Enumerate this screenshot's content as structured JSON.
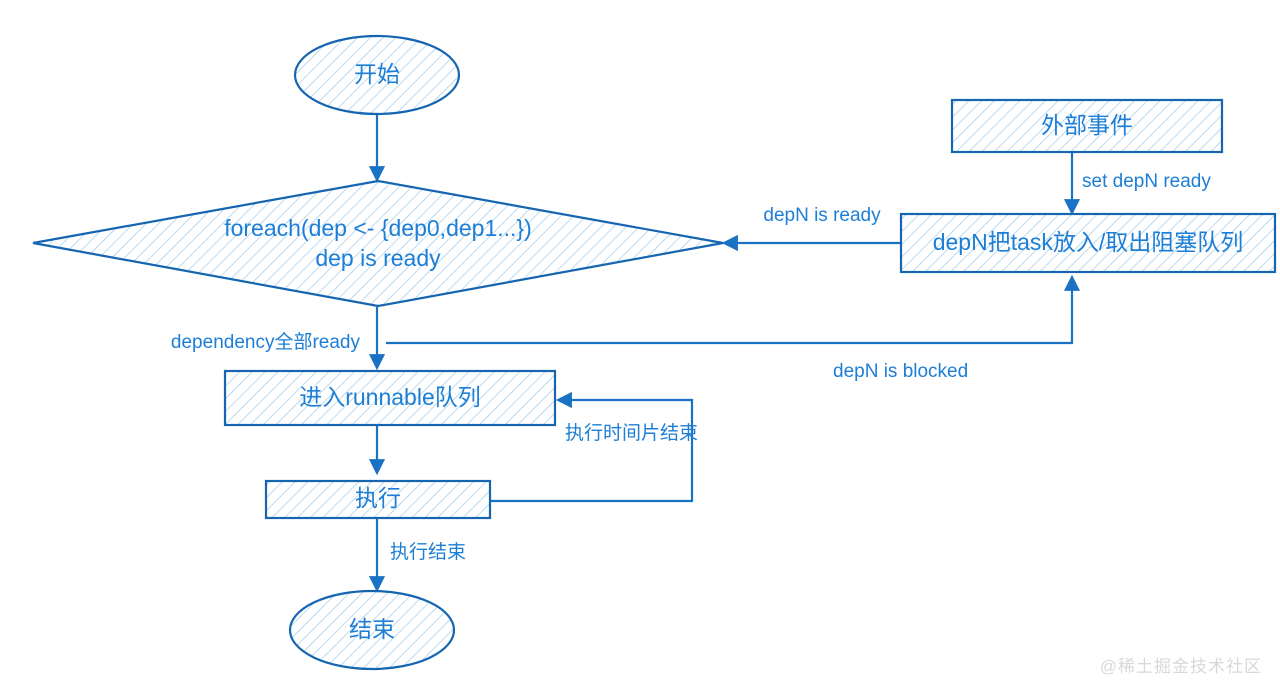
{
  "diagram": {
    "title": "task scheduling flowchart",
    "colors": {
      "stroke": "#1565b0",
      "edge": "#1a72c4",
      "text": "#1c7ed6",
      "hatch": "#9ecbec",
      "background": "#ffffff",
      "watermark": "#d8d8d8"
    },
    "nodes": [
      {
        "id": "start",
        "shape": "ellipse",
        "label": "开始"
      },
      {
        "id": "decision",
        "shape": "diamond",
        "label_line1": "foreach(dep <- {dep0,dep1...})",
        "label_line2": "dep is ready"
      },
      {
        "id": "external-event",
        "shape": "rect",
        "label": "外部事件"
      },
      {
        "id": "depn-queue",
        "shape": "rect",
        "label": "depN把task放入/取出阻塞队列"
      },
      {
        "id": "runnable-queue",
        "shape": "rect",
        "label": "进入runnable队列"
      },
      {
        "id": "execute",
        "shape": "rect",
        "label": "执行"
      },
      {
        "id": "end",
        "shape": "ellipse",
        "label": "结束"
      }
    ],
    "edges": [
      {
        "id": "start-to-decision",
        "label": ""
      },
      {
        "id": "external-to-depn",
        "label": "set depN ready"
      },
      {
        "id": "depn-to-decision",
        "label": "depN is ready"
      },
      {
        "id": "decision-to-runnable",
        "label": "dependency全部ready"
      },
      {
        "id": "decision-to-depn",
        "label": "depN is blocked"
      },
      {
        "id": "runnable-to-execute",
        "label": ""
      },
      {
        "id": "execute-to-runnable",
        "label": "执行时间片结束"
      },
      {
        "id": "execute-to-end",
        "label": "执行结束"
      }
    ]
  },
  "watermark": {
    "text": "@稀土掘金技术社区"
  }
}
